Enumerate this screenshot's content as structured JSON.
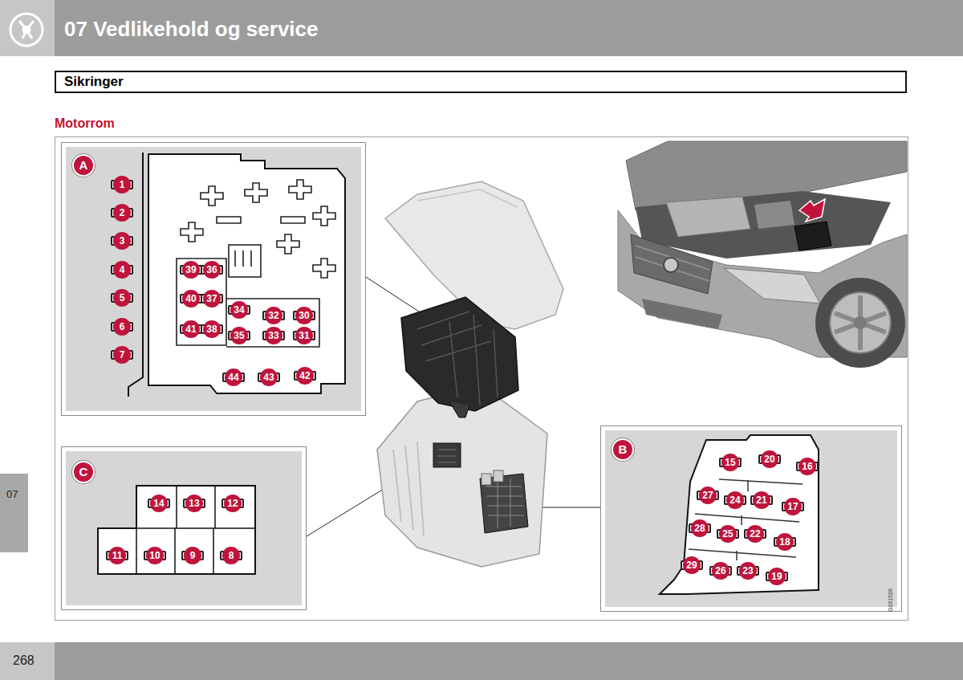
{
  "diagram": {
    "title": "07 Vedlikehold og service",
    "nodes": [
      {
        "text": [
          "Sikringer"
        ]
      },
      {
        "text": [
          "A"
        ]
      },
      {
        "text": [
          "1"
        ],
        "in": 1
      },
      {
        "text": [
          "2"
        ],
        "in": 1
      },
      {
        "text": [
          "3"
        ],
        "in": 1
      },
      {
        "text": [
          "4"
        ],
        "in": 1
      },
      {
        "text": [
          "5"
        ],
        "in": 1
      },
      {
        "text": [
          "6"
        ],
        "in": 1
      },
      {
        "text": [
          "7"
        ],
        "in": 1
      },
      {
        "text": [
          "39"
        ],
        "in": 1
      },
      {
        "text": [
          "36"
        ],
        "in": 1
      },
      {
        "text": [
          "40"
        ],
        "in": 1
      },
      {
        "text": [
          "37"
        ],
        "in": 1
      },
      {
        "text": [
          "34"
        ],
        "in": 1
      },
      {
        "text": [
          "32"
        ],
        "in": 1
      },
      {
        "text": [
          "30"
        ],
        "in": 1
      },
      {
        "text": [
          "41"
        ],
        "in": 1
      },
      {
        "text": [
          "38"
        ],
        "in": 1
      },
      {
        "text": [
          "35"
        ],
        "in": 1
      },
      {
        "text": [
          "33"
        ],
        "in": 1
      },
      {
        "text": [
          "31"
        ],
        "in": 1
      },
      {
        "text": [
          "44"
        ],
        "in": 1
      },
      {
        "text": [
          "43"
        ],
        "in": 1
      },
      {
        "text": [
          "42"
        ],
        "in": 1
      },
      {
        "text": [
          "C"
        ]
      },
      {
        "text": [
          "14"
        ],
        "in": 24
      },
      {
        "text": [
          "13"
        ],
        "in": 24
      },
      {
        "text": [
          "12"
        ],
        "in": 24
      },
      {
        "text": [
          "11"
        ],
        "in": 24
      },
      {
        "text": [
          "10"
        ],
        "in": 24
      },
      {
        "text": [
          "9"
        ],
        "in": 24
      },
      {
        "text": [
          "8"
        ],
        "in": 24
      },
      {
        "text": [
          "B"
        ]
      },
      {
        "text": [
          "15"
        ],
        "in": 32
      },
      {
        "text": [
          "20"
        ],
        "in": 32
      },
      {
        "text": [
          "16"
        ],
        "in": 32
      },
      {
        "text": [
          "27"
        ],
        "in": 32
      },
      {
        "text": [
          "24"
        ],
        "in": 32
      },
      {
        "text": [
          "21"
        ],
        "in": 32
      },
      {
        "text": [
          "17"
        ],
        "in": 32
      },
      {
        "text": [
          "28"
        ],
        "in": 32
      },
      {
        "text": [
          "25"
        ],
        "in": 32
      },
      {
        "text": [
          "22"
        ],
        "in": 32
      },
      {
        "text": [
          "18"
        ],
        "in": 32
      },
      {
        "text": [
          "29"
        ],
        "in": 32
      },
      {
        "text": [
          "26"
        ],
        "in": 32
      },
      {
        "text": [
          "23"
        ],
        "in": 32
      },
      {
        "text": [
          "19"
        ],
        "in": 32
      }
    ],
    "labels": [
      "Motorrom",
      "07",
      "268",
      "G031926"
    ]
  }
}
